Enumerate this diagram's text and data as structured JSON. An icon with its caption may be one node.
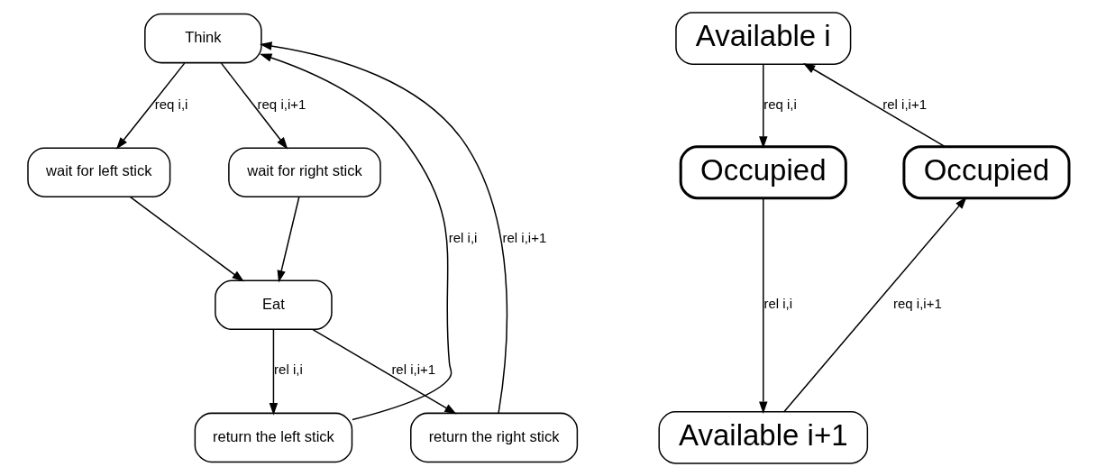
{
  "diagram": {
    "nodes": [
      {
        "text": [
          "Think"
        ]
      },
      {
        "text": [
          "wait for left stick"
        ]
      },
      {
        "text": [
          "wait for right stick"
        ]
      },
      {
        "text": [
          "Eat"
        ]
      },
      {
        "text": [
          "return the left stick"
        ]
      },
      {
        "text": [
          "return the right stick"
        ]
      },
      {
        "text": [
          "Available i"
        ]
      },
      {
        "text": [
          "Occupied"
        ]
      },
      {
        "text": [
          "Occupied"
        ]
      },
      {
        "text": [
          "Available i+1"
        ]
      }
    ],
    "edges": [
      {
        "from": 0,
        "to": 1,
        "arrow": "to",
        "label": "req i,i"
      },
      {
        "from": 0,
        "to": 2,
        "arrow": "to",
        "label": "req i,i+1"
      },
      {
        "from": 1,
        "to": 3,
        "arrow": "to"
      },
      {
        "from": 2,
        "to": 3,
        "arrow": "to"
      },
      {
        "from": 3,
        "to": 4,
        "arrow": "to",
        "label": "rel i,i"
      },
      {
        "from": 3,
        "to": 5,
        "arrow": "to",
        "label": "rel i,i+1"
      },
      {
        "from": 4,
        "to": 0,
        "arrow": "to",
        "label": "rel i,i"
      },
      {
        "from": 5,
        "to": 0,
        "arrow": "to",
        "label": "rel i,i+1"
      },
      {
        "from": 6,
        "to": 7,
        "arrow": "to",
        "label": "req i,i"
      },
      {
        "from": 7,
        "to": 9,
        "arrow": "to",
        "label": "rel i,i"
      },
      {
        "from": 9,
        "to": 8,
        "arrow": "to",
        "label": "req i,i+1"
      },
      {
        "from": 8,
        "to": 6,
        "arrow": "to",
        "label": "rel i,i+1"
      }
    ]
  }
}
